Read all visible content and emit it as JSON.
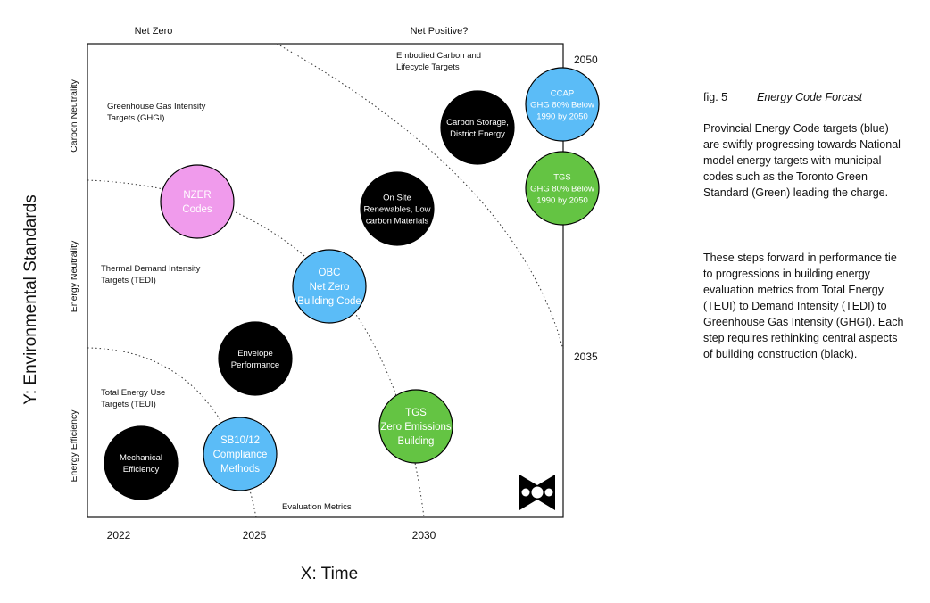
{
  "figure": {
    "number": "fig. 5",
    "title": "Energy Code Forcast",
    "paragraph_1": "Provincial Energy Code targets (blue) are swiftly progressing towards National model energy targets with municipal codes such as the Toronto Green Standard (Green) leading the charge.",
    "paragraph_2": "These steps forward in performance tie to progressions in building energy evaluation metrics from Total Energy (TEUI) to Demand Intensity (TEDI) to Greenhouse Gas Intensity (GHGI). Each step requires rethinking central aspects of building construction (black)."
  },
  "axes": {
    "x_label": "X: Time",
    "y_label": "Y: Environmental Standards",
    "x_ticks": [
      "2022",
      "2025",
      "2030"
    ],
    "right_ticks": [
      "2050",
      "2035"
    ],
    "top_labels": [
      "Net Zero",
      "Net Positive?"
    ],
    "y_rows": [
      "Energy Efficiency",
      "Energy Neutrality",
      "Carbon Neutrality"
    ]
  },
  "annotations": {
    "ghgi": [
      "Greenhouse Gas Intensity",
      "Targets (GHGI)"
    ],
    "tedi": [
      "Thermal Demand Intensity",
      "Targets (TEDI)"
    ],
    "teui": [
      "Total Energy Use",
      "Targets (TEUI)"
    ],
    "embodied": [
      "Embodied Carbon and",
      "Lifecycle Targets"
    ],
    "evaluation": "Evaluation Metrics"
  },
  "colors": {
    "blue": "#5bbcf7",
    "green": "#64c443",
    "pink": "#f09bec",
    "black": "#000000"
  },
  "circles": [
    {
      "id": "mechanical-efficiency",
      "category": "black",
      "lines": [
        "Mechanical",
        "Efficiency"
      ]
    },
    {
      "id": "sb10-12",
      "category": "blue",
      "lines": [
        "SB10/12",
        "Compliance",
        "Methods"
      ]
    },
    {
      "id": "envelope-performance",
      "category": "black",
      "lines": [
        "Envelope",
        "Performance"
      ]
    },
    {
      "id": "nzer-codes",
      "category": "pink",
      "lines": [
        "NZER",
        "Codes"
      ]
    },
    {
      "id": "obc-net-zero",
      "category": "blue",
      "lines": [
        "OBC",
        "Net Zero",
        "Building Code"
      ]
    },
    {
      "id": "on-site-renewables",
      "category": "black",
      "lines": [
        "On Site",
        "Renewables, Low",
        "carbon Materials"
      ]
    },
    {
      "id": "tgs-zero-emissions",
      "category": "green",
      "lines": [
        "TGS",
        "Zero Emissions",
        "Building"
      ]
    },
    {
      "id": "carbon-storage",
      "category": "black",
      "lines": [
        "Carbon Storage,",
        "District Energy"
      ]
    },
    {
      "id": "ccap",
      "category": "blue",
      "lines": [
        "CCAP",
        "GHG 80% Below",
        "1990 by 2050"
      ]
    },
    {
      "id": "tgs-ghg",
      "category": "green",
      "lines": [
        "TGS",
        "GHG 80% Below",
        "1990 by 2050"
      ]
    }
  ]
}
